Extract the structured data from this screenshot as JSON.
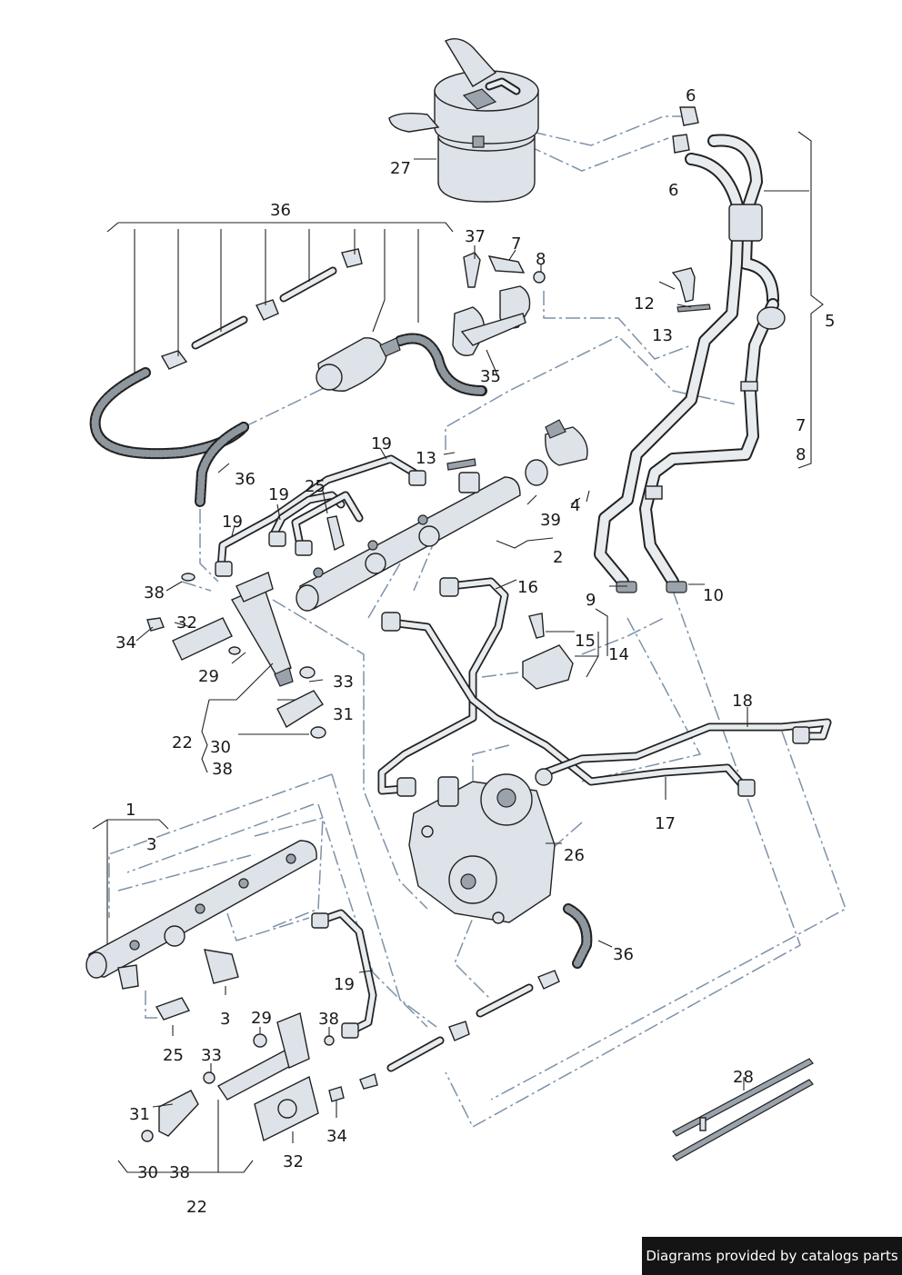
{
  "footer": {
    "text": "Diagrams provided by catalogs parts"
  },
  "labels": [
    "27",
    "6",
    "6",
    "36",
    "37",
    "7",
    "8",
    "12",
    "13",
    "5",
    "35",
    "7",
    "8",
    "19",
    "13",
    "36",
    "19",
    "25",
    "39",
    "4",
    "2",
    "19",
    "16",
    "38",
    "32",
    "15",
    "14",
    "34",
    "9",
    "10",
    "29",
    "33",
    "31",
    "22",
    "30",
    "38",
    "18",
    "17",
    "1",
    "3",
    "26",
    "36",
    "19",
    "3",
    "25",
    "29",
    "38",
    "33",
    "31",
    "34",
    "32",
    "28",
    "30",
    "38",
    "22"
  ]
}
